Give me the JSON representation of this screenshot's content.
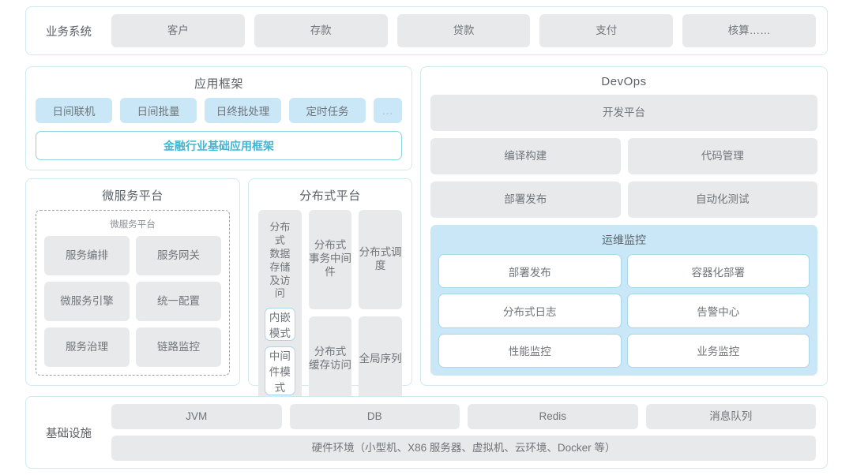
{
  "business_systems": {
    "label": "业务系统",
    "items": [
      "客户",
      "存款",
      "贷款",
      "支付",
      "核算……"
    ]
  },
  "app_framework": {
    "title": "应用框架",
    "items": [
      "日间联机",
      "日间批量",
      "日终批处理",
      "定时任务",
      "..."
    ],
    "base_framework": "金融行业基础应用框架"
  },
  "microservice_platform": {
    "title": "微服务平台",
    "inner_title": "微服务平台",
    "items": [
      "服务编排",
      "服务网关",
      "微服务引擎",
      "统一配置",
      "服务治理",
      "链路监控"
    ]
  },
  "distributed_platform": {
    "title": "分布式平台",
    "column1": {
      "title": "分布式\n数据存储及访问",
      "title_line1": "分布式",
      "title_line2": "数据存储及访问",
      "modes": [
        "内嵌模式",
        "中间件模式"
      ]
    },
    "cells": [
      {
        "line1": "分布式",
        "line2": "事务中间件"
      },
      {
        "line1": "分布式调度",
        "line2": ""
      },
      {
        "line1": "分布式",
        "line2": "缓存访问"
      },
      {
        "line1": "全局序列",
        "line2": ""
      }
    ]
  },
  "devops": {
    "title": "DevOps",
    "platform": "开发平台",
    "items": [
      "编译构建",
      "代码管理",
      "部署发布",
      "自动化测试"
    ],
    "ops_monitor": {
      "title": "运维监控",
      "items": [
        "部署发布",
        "容器化部署",
        "分布式日志",
        "告警中心",
        "性能监控",
        "业务监控"
      ]
    }
  },
  "infrastructure": {
    "label": "基础设施",
    "items": [
      "JVM",
      "DB",
      "Redis",
      "消息队列"
    ],
    "hardware": "硬件环境（小型机、X86 服务器、虚拟机、云环境、Docker 等）"
  },
  "colors": {
    "border": "#cfeaf2",
    "gray_chip": "#e8e9ea",
    "blue_chip": "#c9e7f7",
    "accent": "#3fb7d4",
    "text": "#70757a"
  }
}
